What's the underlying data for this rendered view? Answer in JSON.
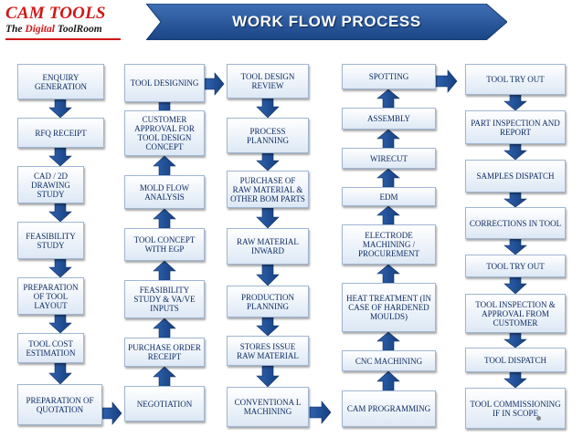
{
  "logo": {
    "main": "CAM TOOLS",
    "sub_prefix": "The ",
    "sub_highlight": "Digital",
    "sub_suffix": " ToolRoom"
  },
  "title": "WORK FLOW PROCESS",
  "colors": {
    "brand_red": "#d01818",
    "banner_blue": "#1f4f93",
    "arrow_blue": "#1e4f99",
    "box_text": "#0d2b63"
  },
  "boxes": {
    "enquiry_generation": "ENQUIRY GENERATION",
    "rfq_receipt": "RFQ RECEIPT",
    "cad_2d_drawing_study": "CAD / 2D DRAWING STUDY",
    "feasibility_study": "FEASIBILITY STUDY",
    "preparation_of_tool_layout": "PREPARATION OF TOOL LAYOUT",
    "tool_cost_estimation": "TOOL COST ESTIMATION",
    "preparation_of_quotation": "PREPARATION OF QUOTATION",
    "tool_designing": "TOOL DESIGNING",
    "customer_approval": "CUSTOMER APPROVAL FOR TOOL DESIGN CONCEPT",
    "mold_flow_analysis": "MOLD FLOW ANALYSIS",
    "tool_concept_with_egp": "TOOL CONCEPT WITH EGP",
    "feasibility_study_va_ve": "FEASIBILITY STUDY & VA/VE INPUTS",
    "purchase_order_receipt": "PURCHASE ORDER RECEIPT",
    "negotiation": "NEGOTIATION",
    "tool_design_review": "TOOL DESIGN REVIEW",
    "process_planning": "PROCESS PLANNING",
    "purchase_of_raw_material": "PURCHASE OF RAW MATERIAL & OTHER BOM PARTS",
    "raw_material_inward": "RAW MATERIAL INWARD",
    "production_planning": "PRODUCTION PLANNING",
    "stores_issue_raw_material": "STORES ISSUE RAW MATERIAL",
    "conventional_machining": "CONVENTIONA L MACHINING",
    "spotting": "SPOTTING",
    "assembly": "ASSEMBLY",
    "wirecut": "WIRECUT",
    "edm": "EDM",
    "electrode_machining": "ELECTRODE MACHINING / PROCUREMENT",
    "heat_treatment": "HEAT TREATMENT (IN CASE OF HARDENED MOULDS)",
    "cnc_machining": "CNC MACHINING",
    "cam_programming": "CAM PROGRAMMING",
    "tool_try_out_1": "TOOL TRY OUT",
    "part_inspection_and_report": "PART INSPECTION AND REPORT",
    "samples_dispatch": "SAMPLES DISPATCH",
    "corrections_in_tool": "CORRECTIONS IN TOOL",
    "tool_try_out_2": "TOOL TRY OUT",
    "tool_inspection_approval": "TOOL INSPECTION & APPROVAL FROM CUSTOMER",
    "tool_dispatch": "TOOL DISPATCH",
    "tool_commissioning": "TOOL COMMISSIONING IF IN SCOPE"
  }
}
